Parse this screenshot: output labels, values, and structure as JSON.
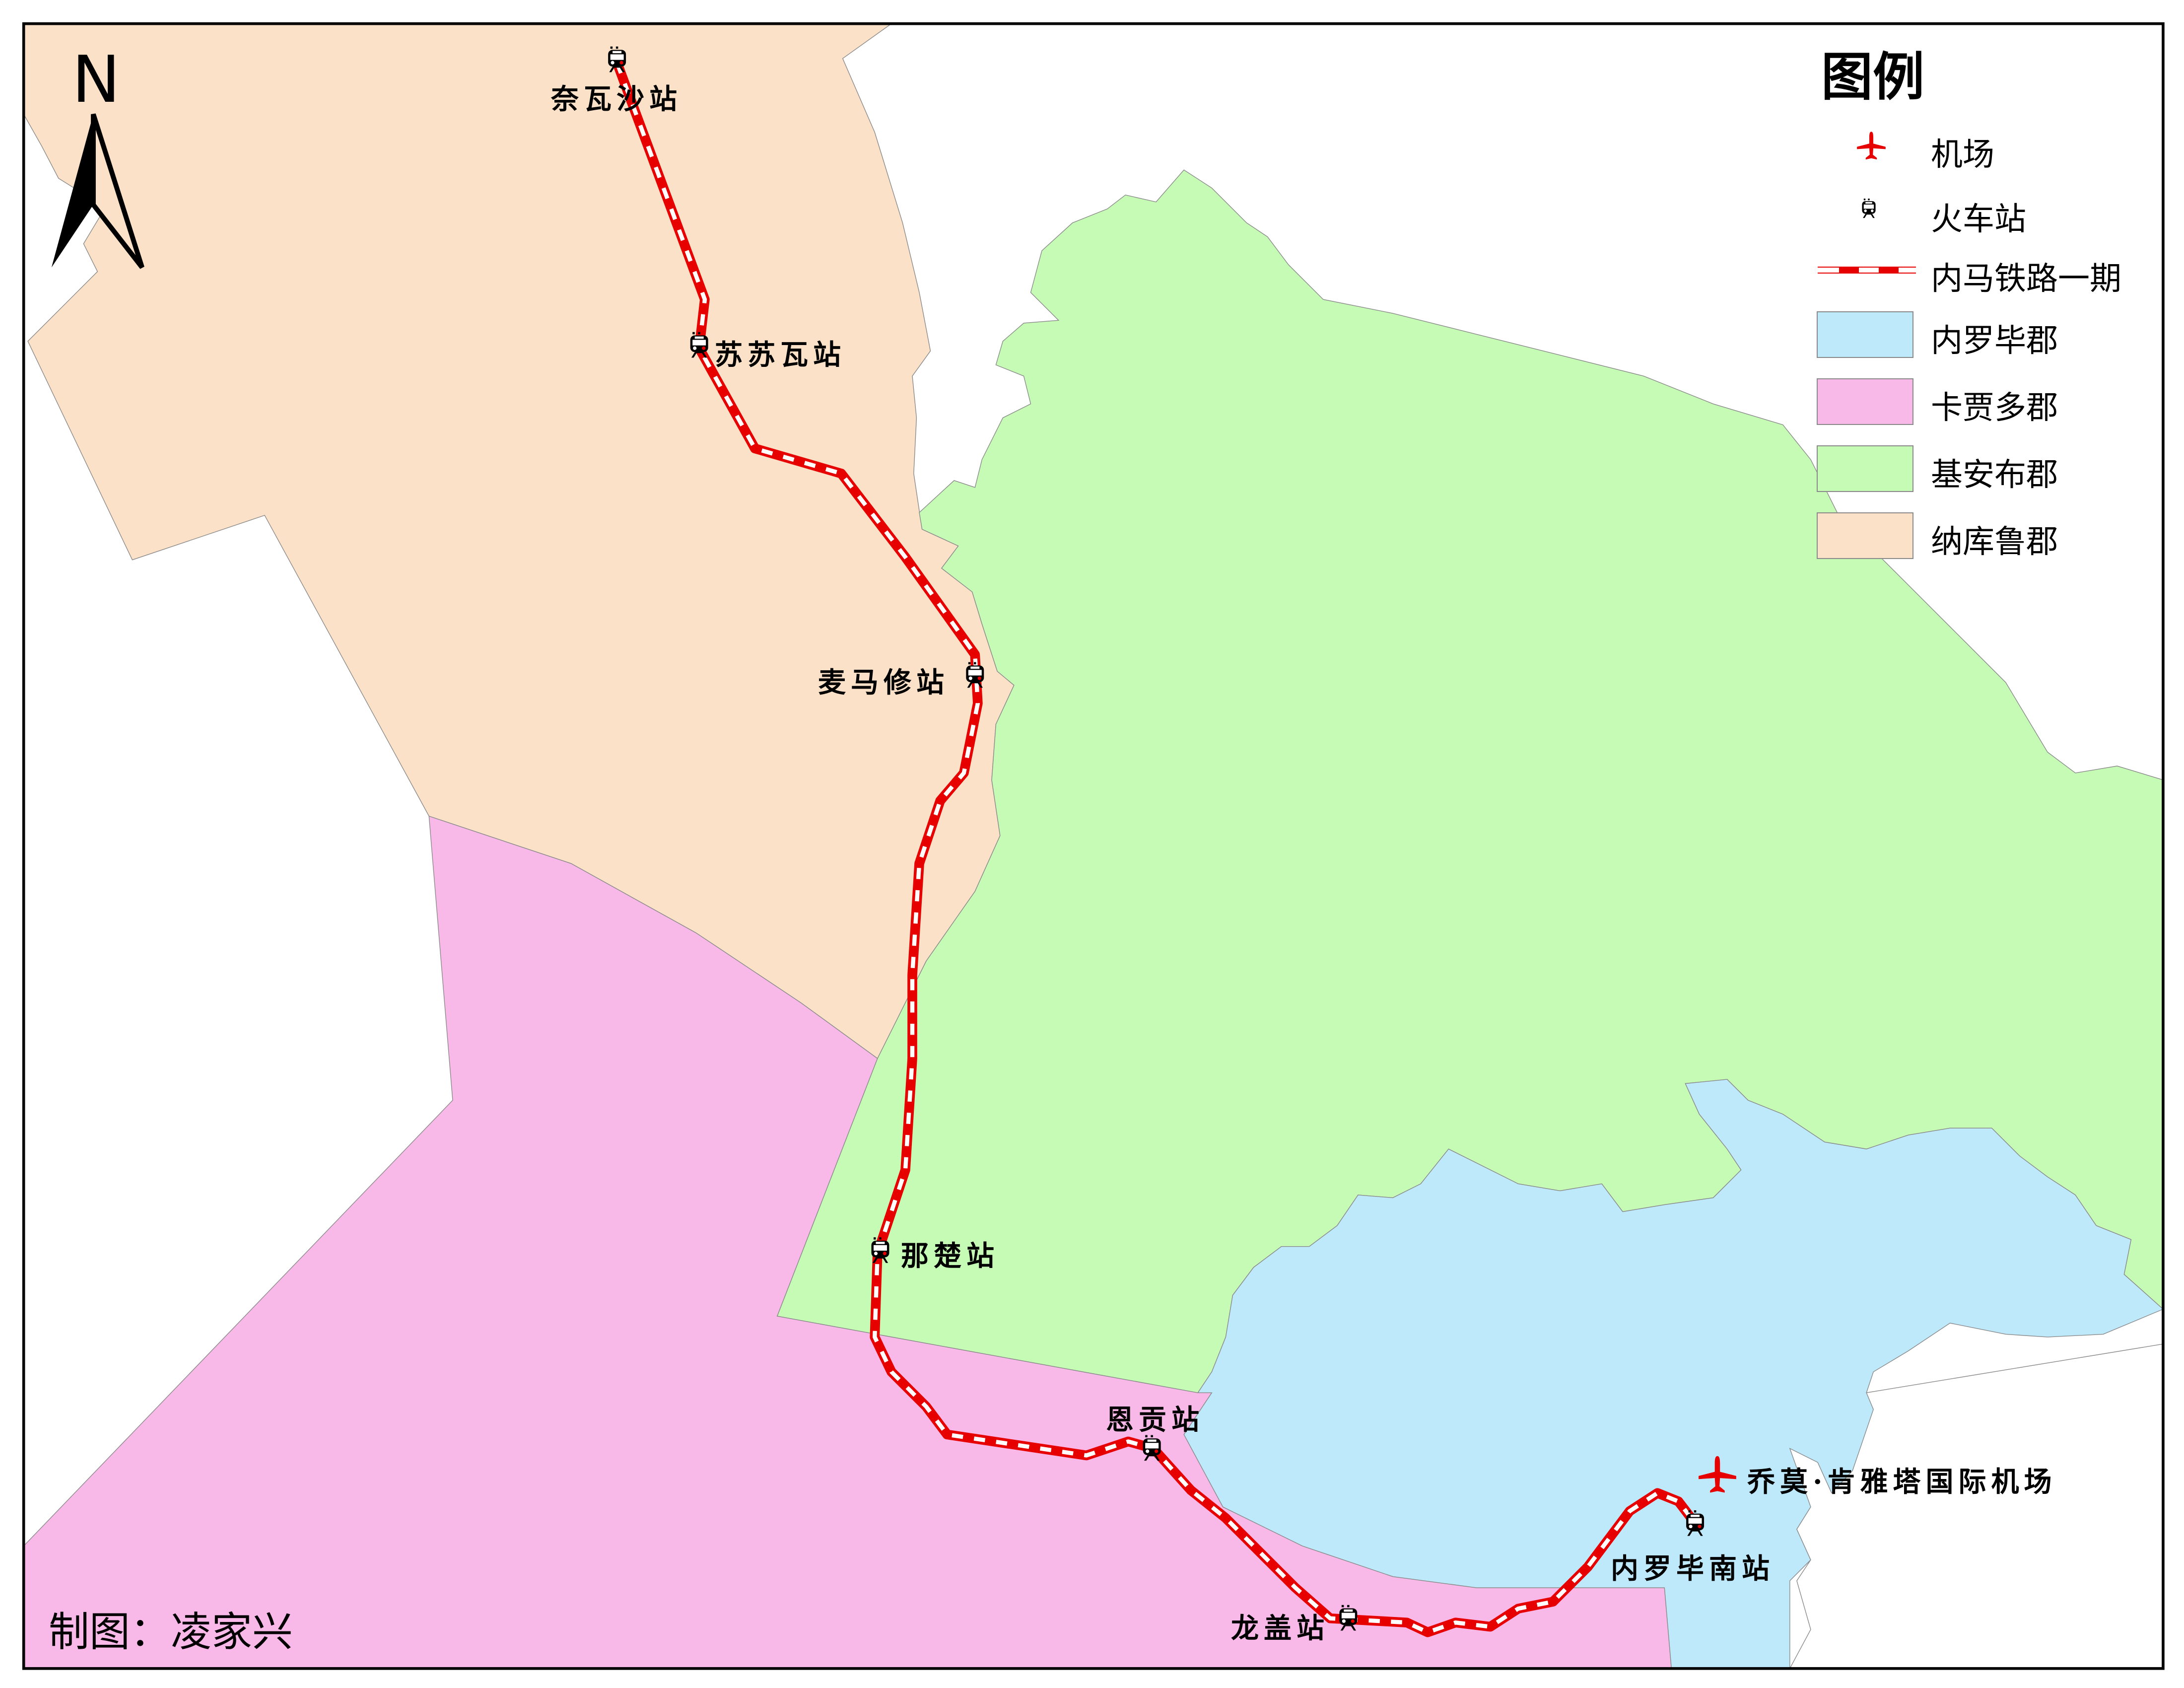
{
  "map": {
    "title_legend": "图例",
    "north_label": "N",
    "credit": "制图：凌家兴",
    "colors": {
      "nairobi": "#BDE9FB",
      "kajiado": "#F9B9E8",
      "kiambu": "#C6FBB6",
      "nakuru": "#FBE1C7",
      "rail": "#E60000",
      "airport": "#E60000",
      "boundary": "#8A8A8A",
      "frame": "#000000"
    }
  },
  "legend": {
    "title": "图例",
    "items": [
      {
        "type": "symbol",
        "icon": "airplane-icon",
        "label": "机场"
      },
      {
        "type": "symbol",
        "icon": "train-icon",
        "label": "火车站"
      },
      {
        "type": "line",
        "icon": "railway-line",
        "label": "内马铁路一期"
      },
      {
        "type": "fill",
        "color": "#BDE9FB",
        "label": "内罗毕郡"
      },
      {
        "type": "fill",
        "color": "#F9B9E8",
        "label": "卡贾多郡"
      },
      {
        "type": "fill",
        "color": "#C6FBB6",
        "label": "基安布郡"
      },
      {
        "type": "fill",
        "color": "#FBE1C7",
        "label": "纳库鲁郡"
      }
    ]
  },
  "stations": [
    {
      "name": "奈瓦沙站"
    },
    {
      "name": "苏苏瓦站"
    },
    {
      "name": "麦马修站"
    },
    {
      "name": "那楚站"
    },
    {
      "name": "恩贡站"
    },
    {
      "name": "龙盖站"
    },
    {
      "name": "内罗毕南站"
    }
  ],
  "airport": {
    "name": "乔莫·肯雅塔国际机场",
    "icon": "airplane-icon"
  }
}
